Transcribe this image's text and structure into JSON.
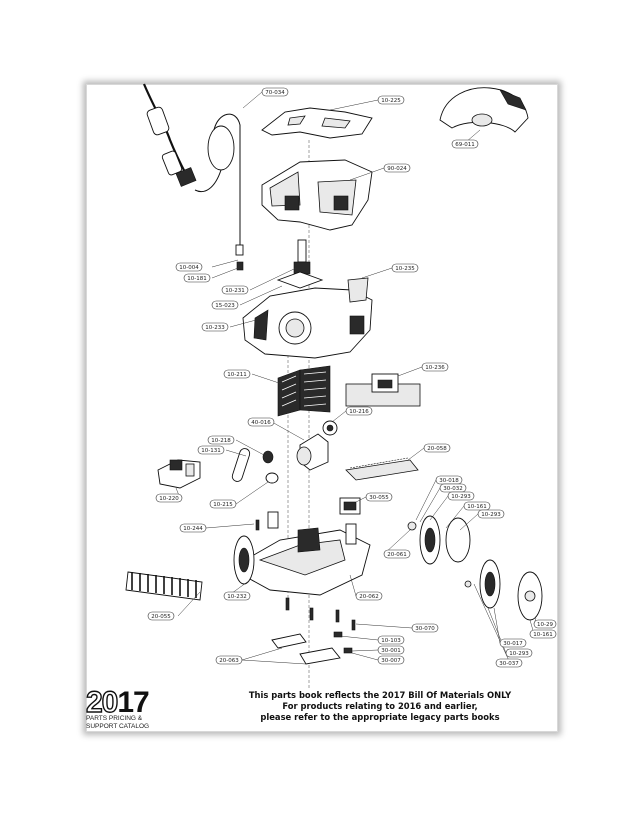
{
  "parts": [
    {
      "id": "p-70-034",
      "label": "70-034"
    },
    {
      "id": "p-10-225",
      "label": "10-225"
    },
    {
      "id": "p-69-011",
      "label": "69-011"
    },
    {
      "id": "p-90-024",
      "label": "90-024"
    },
    {
      "id": "p-10-004",
      "label": "10-004"
    },
    {
      "id": "p-10-181",
      "label": "10-181"
    },
    {
      "id": "p-10-235",
      "label": "10-235"
    },
    {
      "id": "p-10-231",
      "label": "10-231"
    },
    {
      "id": "p-15-023",
      "label": "15-023"
    },
    {
      "id": "p-10-233",
      "label": "10-233"
    },
    {
      "id": "p-10-236",
      "label": "10-236"
    },
    {
      "id": "p-10-211",
      "label": "10-211"
    },
    {
      "id": "p-10-216",
      "label": "10-216"
    },
    {
      "id": "p-40-016",
      "label": "40-016"
    },
    {
      "id": "p-10-218",
      "label": "10-218"
    },
    {
      "id": "p-10-131",
      "label": "10-131"
    },
    {
      "id": "p-20-058",
      "label": "20-058"
    },
    {
      "id": "p-10-220",
      "label": "10-220"
    },
    {
      "id": "p-30-018",
      "label": "30-018"
    },
    {
      "id": "p-30-032",
      "label": "30-032"
    },
    {
      "id": "p-10-215",
      "label": "10-215"
    },
    {
      "id": "p-30-055",
      "label": "30-055"
    },
    {
      "id": "p-10-293a",
      "label": "10-293"
    },
    {
      "id": "p-10-161a",
      "label": "10-161"
    },
    {
      "id": "p-10-293b",
      "label": "10-293"
    },
    {
      "id": "p-10-244",
      "label": "10-244"
    },
    {
      "id": "p-20-061",
      "label": "20-061"
    },
    {
      "id": "p-20-062",
      "label": "20-062"
    },
    {
      "id": "p-10-232",
      "label": "10-232"
    },
    {
      "id": "p-20-055",
      "label": "20-055"
    },
    {
      "id": "p-30-070",
      "label": "30-070"
    },
    {
      "id": "p-10-29",
      "label": "10-29"
    },
    {
      "id": "p-10-161b",
      "label": "10-161"
    },
    {
      "id": "p-30-017",
      "label": "30-017"
    },
    {
      "id": "p-10-293c",
      "label": "10-293"
    },
    {
      "id": "p-10-103",
      "label": "10-103"
    },
    {
      "id": "p-30-001",
      "label": "30-001"
    },
    {
      "id": "p-20-063",
      "label": "20-063"
    },
    {
      "id": "p-30-007",
      "label": "30-007"
    },
    {
      "id": "p-30-037",
      "label": "30-037"
    }
  ],
  "logo": {
    "year_first": "20",
    "year_second": "17",
    "line1": "PARTS PRICING &",
    "line2": "SUPPORT CATALOG"
  },
  "notice": {
    "line1": "This parts book reflects the 2017 Bill Of Materials ONLY",
    "line2": "For products relating to 2016 and earlier,",
    "line3": "please refer to the appropriate legacy parts books"
  }
}
